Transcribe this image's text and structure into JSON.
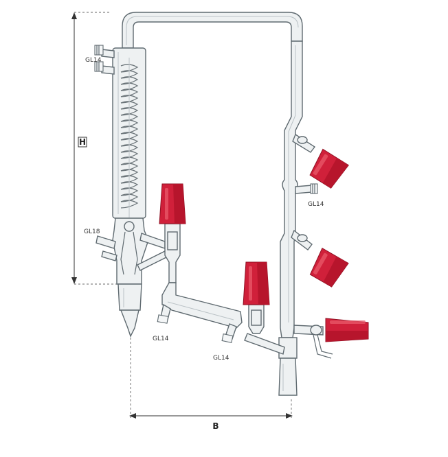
{
  "labels": {
    "top_connection": "GL14",
    "mid_right_connection": "GL14",
    "left_side_connection": "GL18",
    "bottom_left_connection": "GL14",
    "bottom_mid_connection": "GL14"
  },
  "dimensions": {
    "height_label": "H",
    "width_label": "B"
  },
  "colors": {
    "stopcock": "#d0203a",
    "glass_outline": "#5f6a70",
    "glass_fill": "#eef1f2"
  },
  "icons": {
    "stopcock": "red-stopcock-icon",
    "condenser": "coil-condenser-icon"
  }
}
